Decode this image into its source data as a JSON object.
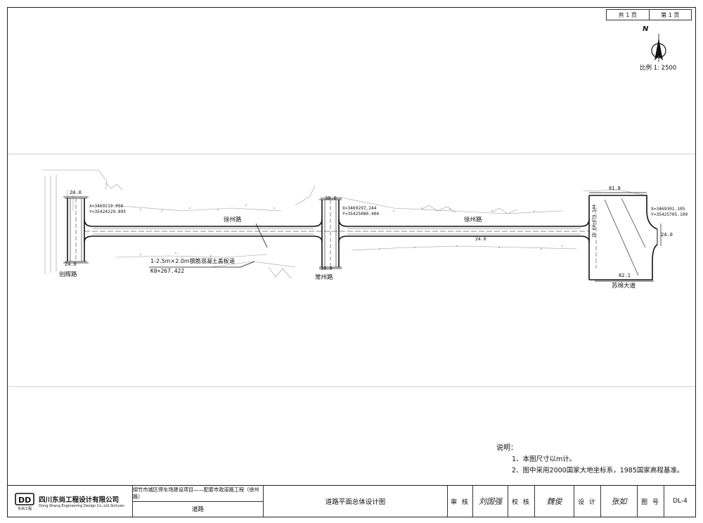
{
  "sheet": {
    "total_pages": "共 1 页",
    "page_number": "第 1 页"
  },
  "north_arrow": {
    "letter": "N",
    "scale": "比例 1: 2500"
  },
  "plan": {
    "roads": {
      "main_road_left": "徐州路",
      "main_road_right": "徐州路",
      "left_cross_road": "创辉路",
      "middle_cross_road": "常州路",
      "right_cross_road": "苏绵大道"
    },
    "dimensions": {
      "d24_top": "24.0",
      "d24_bottom": "24.0",
      "d30_top": "30.0",
      "d30_bottom": "30.0",
      "d81_8": "81.8",
      "d82_1": "82.1",
      "d24_right": "24.0",
      "d24_main": "24.0"
    },
    "coordinates": {
      "left_x": "X=3469219.056",
      "left_y": "Y=35424229.895",
      "mid_x": "X=3469297.244",
      "mid_y": "Y=35425080.404",
      "right_x": "X=3469301.105",
      "right_y": "Y=35425705.109",
      "right_zd": "ZD K0+879.544"
    },
    "culvert": {
      "label": "1-2.5m×2.0m钢筋混凝土盖板涵",
      "station": "K0+267.422"
    }
  },
  "notes": {
    "title": "说明：",
    "items": [
      "1、本图尺寸以m计。",
      "2、图中采用2000国家大地坐标系，1985国家高程基准。"
    ]
  },
  "title_block": {
    "company_cn": "四川东尚工程设计有限公司",
    "company_en": "Dong Shang Engineering Design Co.,Ltd.Sichuan",
    "logo_sub": "东尚工程",
    "project_name": "绵竹市城区停车场建设项目——配套市政道路工程（徐州路）",
    "discipline": "道路",
    "drawing_title": "道路平面总体设计图",
    "review_label": "审 核",
    "review_sign": "刘国强",
    "check_label": "校 核",
    "check_sign": "魏俊",
    "design_label": "设 计",
    "design_sign": "张如",
    "drawing_no_label": "图 号",
    "drawing_no": "DL-4"
  }
}
